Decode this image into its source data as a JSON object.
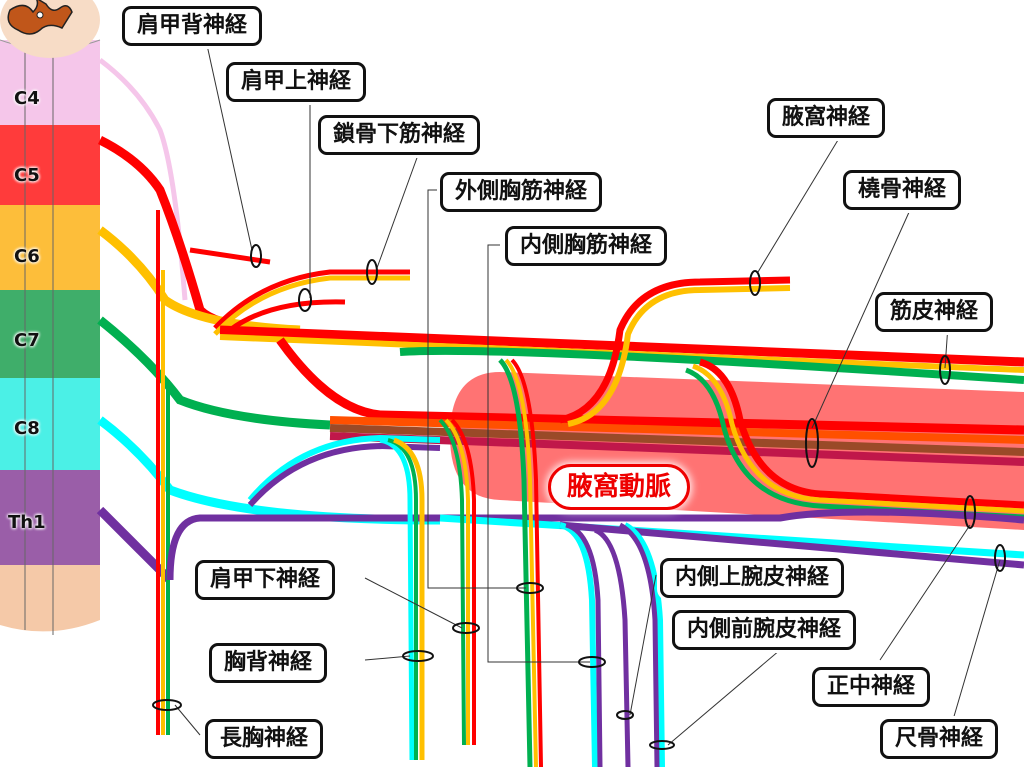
{
  "title": "腕神経叢",
  "colors": {
    "C4": "#f5c6ea",
    "C5": "#ff0000",
    "C6": "#ffc000",
    "C7": "#00b050",
    "C8": "#00ffff",
    "Th1": "#7030a0",
    "artery": "#ff6b6b",
    "cord_lower": "#f5c9a8"
  },
  "segments": [
    "C4",
    "C5",
    "C6",
    "C7",
    "C8",
    "Th1"
  ],
  "artery_label": "腋窩動脈",
  "labels": {
    "dorsal_scapular": "肩甲背神経",
    "suprascapular": "肩甲上神経",
    "subclavius": "鎖骨下筋神経",
    "lateral_pectoral": "外側胸筋神経",
    "medial_pectoral": "内側胸筋神経",
    "axillary": "腋窩神経",
    "radial": "橈骨神経",
    "musculocutaneous": "筋皮神経",
    "subscapular": "肩甲下神経",
    "thoracodorsal": "胸背神経",
    "long_thoracic": "長胸神経",
    "medial_brachial_cutaneous": "内側上腕皮神経",
    "medial_antebrachial_cutaneous": "内側前腕皮神経",
    "median": "正中神経",
    "ulnar": "尺骨神経"
  }
}
